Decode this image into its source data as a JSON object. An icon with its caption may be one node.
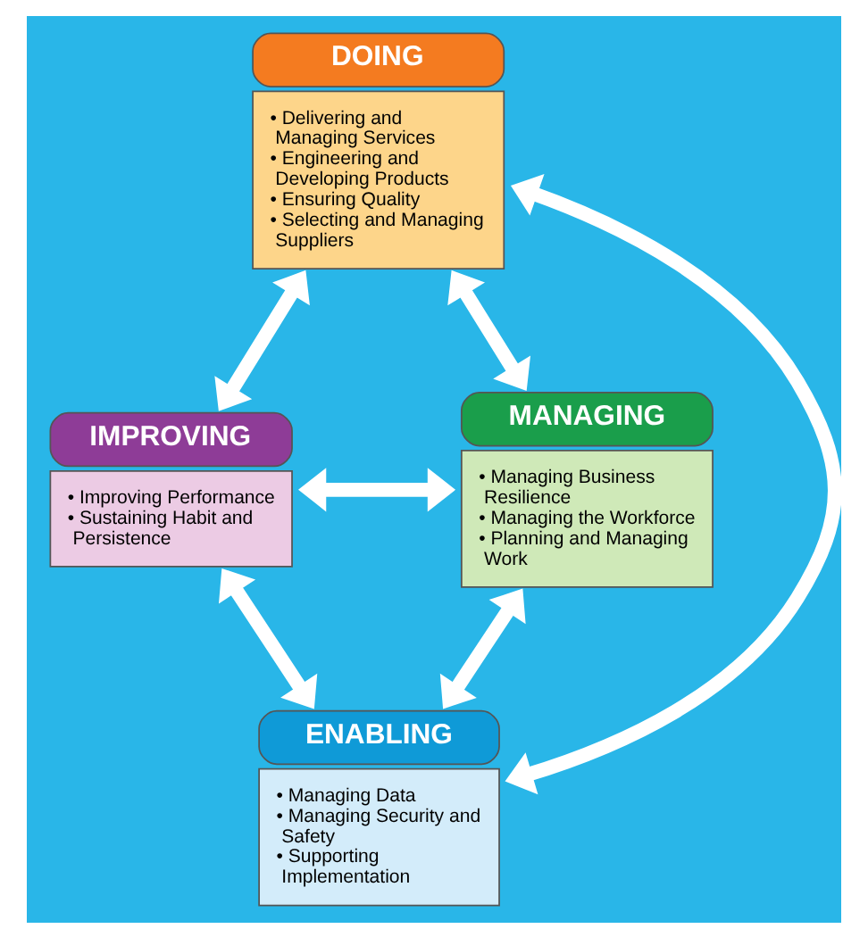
{
  "diagram": {
    "nodes": [
      {
        "text": [
          "DOING",
          "• Delivering and Managing Services",
          "• Engineering and Developing Products",
          "• Ensuring Quality",
          "• Selecting and Managing Suppliers"
        ]
      },
      {
        "text": [
          "IMPROVING",
          "• Improving Performance",
          "• Sustaining Habit and Persistence"
        ]
      },
      {
        "text": [
          "MANAGING",
          "• Managing Business Resilience",
          "• Managing the Workforce",
          "• Planning and Managing Work"
        ]
      },
      {
        "text": [
          "ENABLING",
          "• Managing Data",
          "• Managing Security and Safety",
          "• Supporting Implementation"
        ]
      }
    ],
    "edges": [
      {
        "from": 0,
        "to": 1,
        "arrow": "both"
      },
      {
        "from": 0,
        "to": 2,
        "arrow": "both"
      },
      {
        "from": 0,
        "to": 3,
        "arrow": "both"
      },
      {
        "from": 1,
        "to": 2,
        "arrow": "both"
      },
      {
        "from": 1,
        "to": 3,
        "arrow": "both"
      },
      {
        "from": 2,
        "to": 3,
        "arrow": "both"
      }
    ]
  }
}
